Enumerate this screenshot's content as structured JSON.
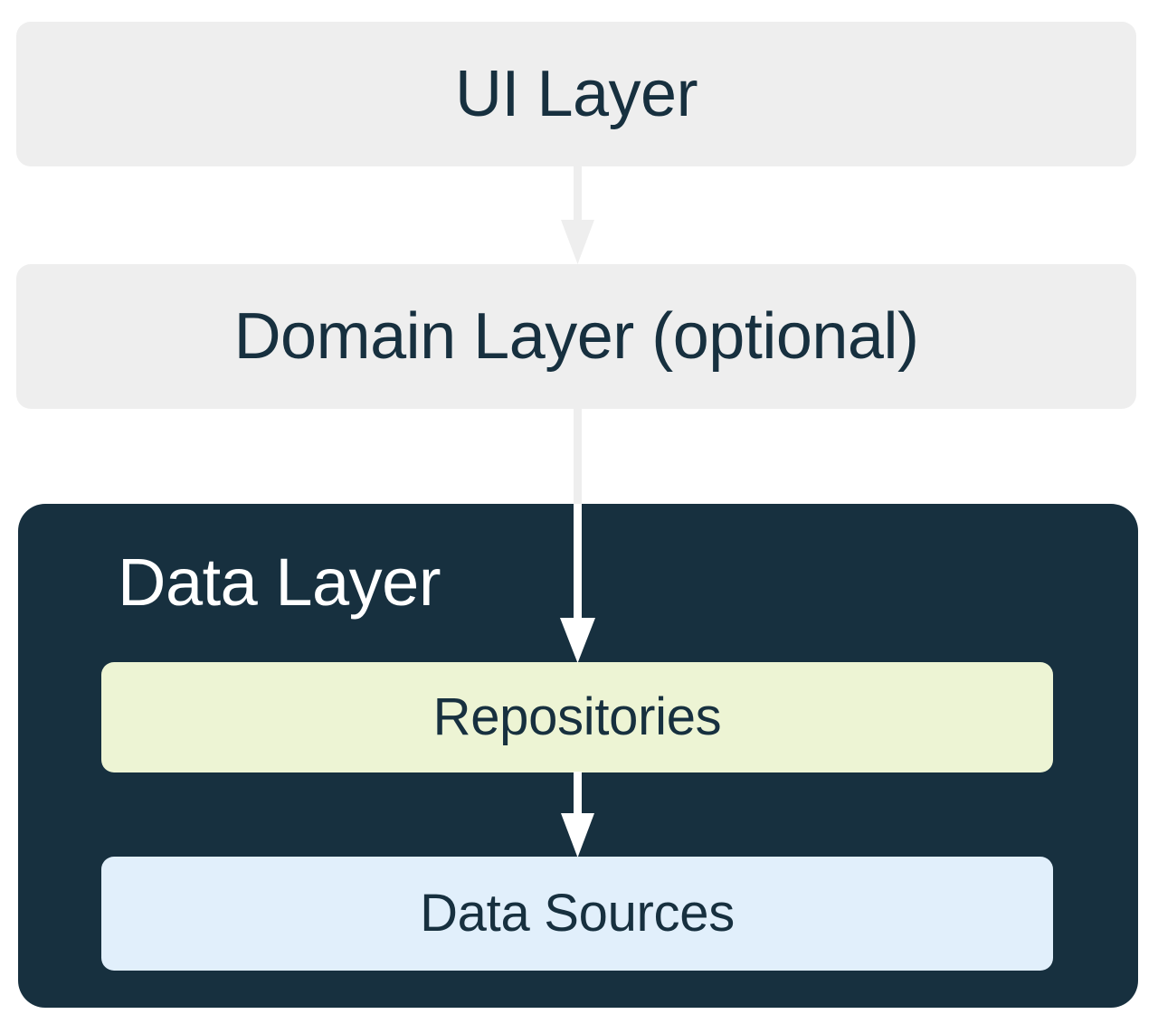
{
  "diagram": {
    "title": "App architecture layers",
    "background_color": "#FFFFFF"
  },
  "layers": [
    {
      "id": "ui",
      "label": "UI Layer",
      "fill_color": "#EEEEEE",
      "text_color": "#17303F"
    },
    {
      "id": "domain",
      "label": "Domain Layer (optional)",
      "fill_color": "#EEEEEE",
      "text_color": "#17303F"
    },
    {
      "id": "data",
      "label": "Data Layer",
      "fill_color": "#17303F",
      "text_color": "#FFFFFF"
    }
  ],
  "data_layer_children": [
    {
      "id": "repositories",
      "label": "Repositories",
      "fill_color": "#EDF4D4",
      "text_color": "#17303F"
    },
    {
      "id": "data-sources",
      "label": "Data Sources",
      "fill_color": "#E1EFFB",
      "text_color": "#17303F"
    }
  ],
  "arrows": [
    {
      "id": "ui-to-domain",
      "from": "UI Layer",
      "to": "Domain Layer (optional)",
      "color": "#EEEEEE"
    },
    {
      "id": "domain-to-repositories",
      "from": "Domain Layer (optional)",
      "to": "Repositories",
      "color_outside": "#EEEEEE",
      "color_inside": "#FFFFFF"
    },
    {
      "id": "repositories-to-data-sources",
      "from": "Repositories",
      "to": "Data Sources",
      "color": "#FFFFFF"
    }
  ]
}
